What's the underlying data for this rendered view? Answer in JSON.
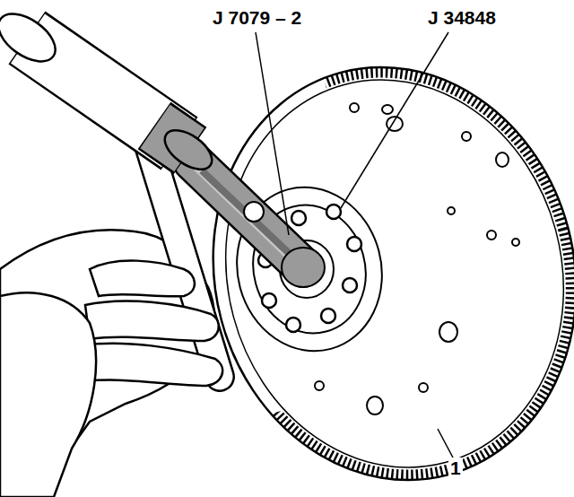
{
  "diagram": {
    "labels": [
      "J 7079 – 2",
      "J 34848",
      "1"
    ]
  }
}
